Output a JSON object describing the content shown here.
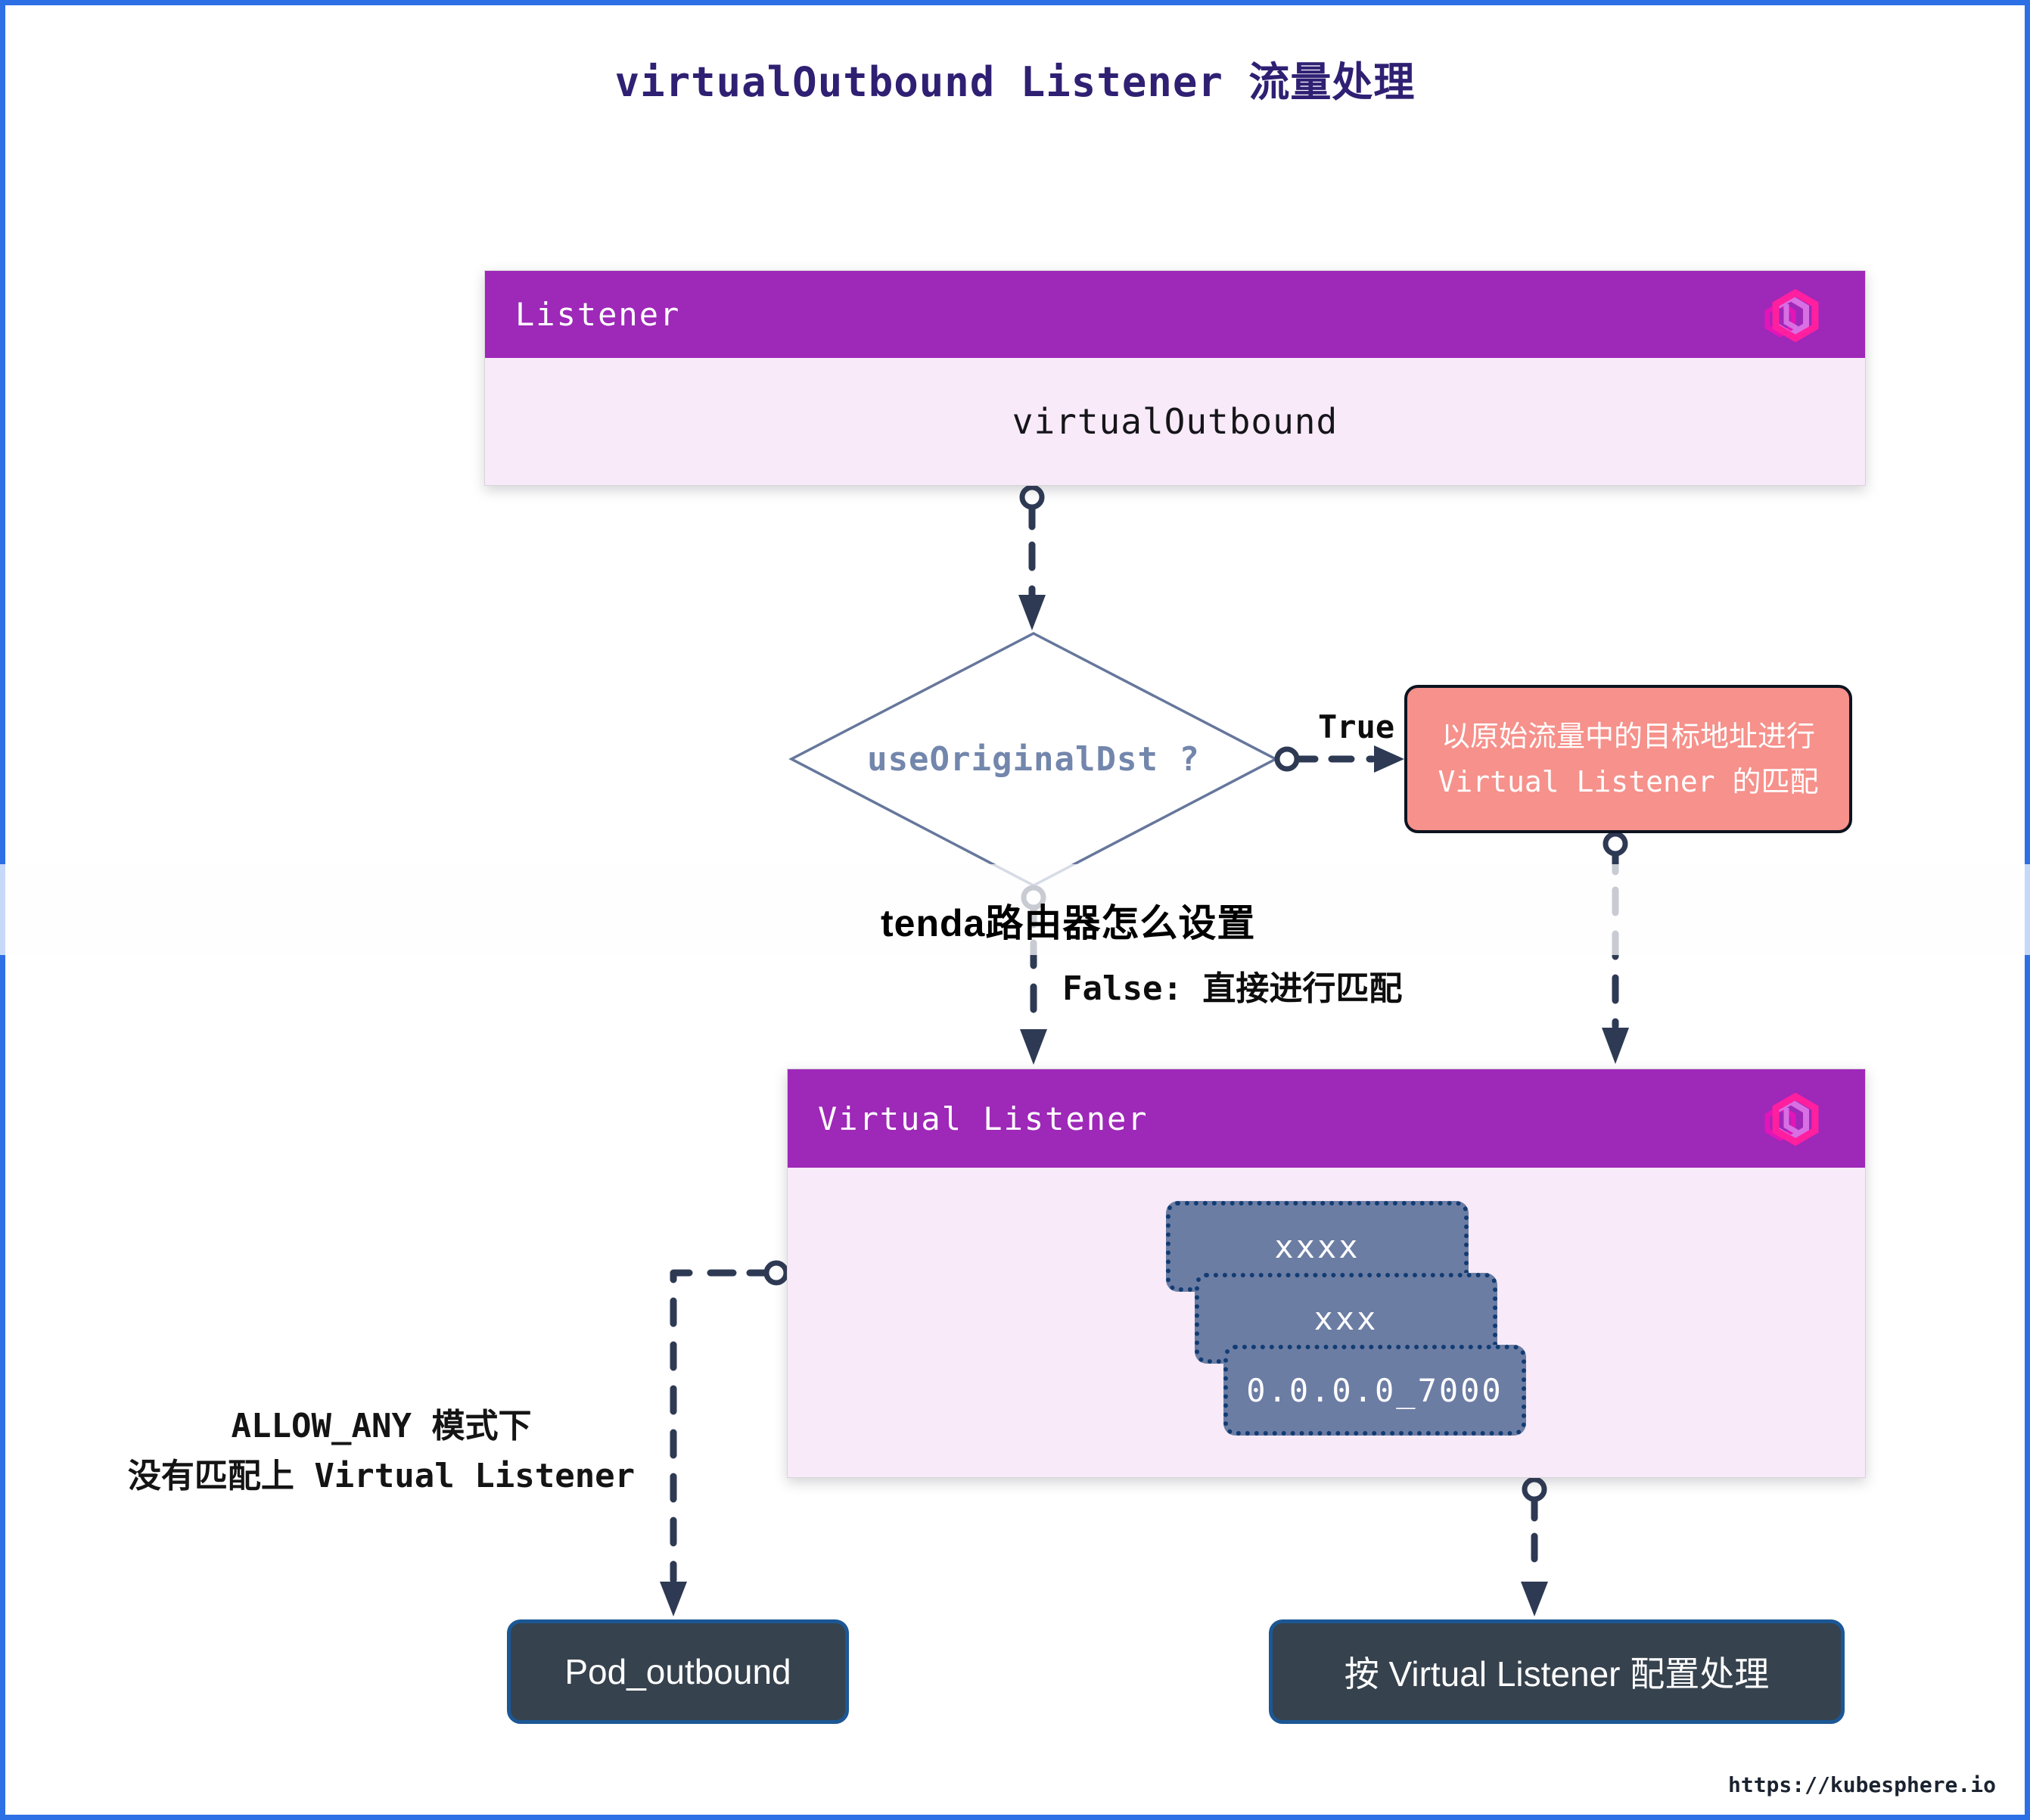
{
  "page": {
    "title": "virtualOutbound Listener 流量处理",
    "site_link": "https://kubesphere.io"
  },
  "listener_card": {
    "title": "Listener",
    "value": "virtualOutbound"
  },
  "decision": {
    "question": "useOriginalDst ?",
    "true_label": "True",
    "false_label": "False: 直接进行匹配"
  },
  "true_result": {
    "line1": "以原始流量中的目标地址进行",
    "line2": "Virtual Listener 的匹配"
  },
  "seo_overlay": {
    "text": "tenda路由器怎么设置"
  },
  "virtual_listener_card": {
    "title": "Virtual Listener",
    "stack": [
      "xxxx",
      "xxx",
      "0.0.0.0_7000"
    ]
  },
  "allow_any_note": {
    "line1": "ALLOW_ANY 模式下",
    "line2": "没有匹配上 Virtual Listener"
  },
  "results": {
    "pod_outbound": "Pod_outbound",
    "vl_process": "按 Virtual Listener 配置处理"
  },
  "colors": {
    "frame": "#2D6FE4",
    "card_header": "#9E28B8",
    "card_body": "#F8EAF9",
    "salmon_box": "#F6918B",
    "slate_stack_box": "#6C7DA4",
    "stack_border": "#123C73",
    "dark_box": "#36424D",
    "dark_box_border": "#1C5795",
    "connector": "#2E3A54",
    "diamond_stroke": "#66779C",
    "title_text": "#2F2073",
    "logo_pink": "#FF1F9F"
  }
}
